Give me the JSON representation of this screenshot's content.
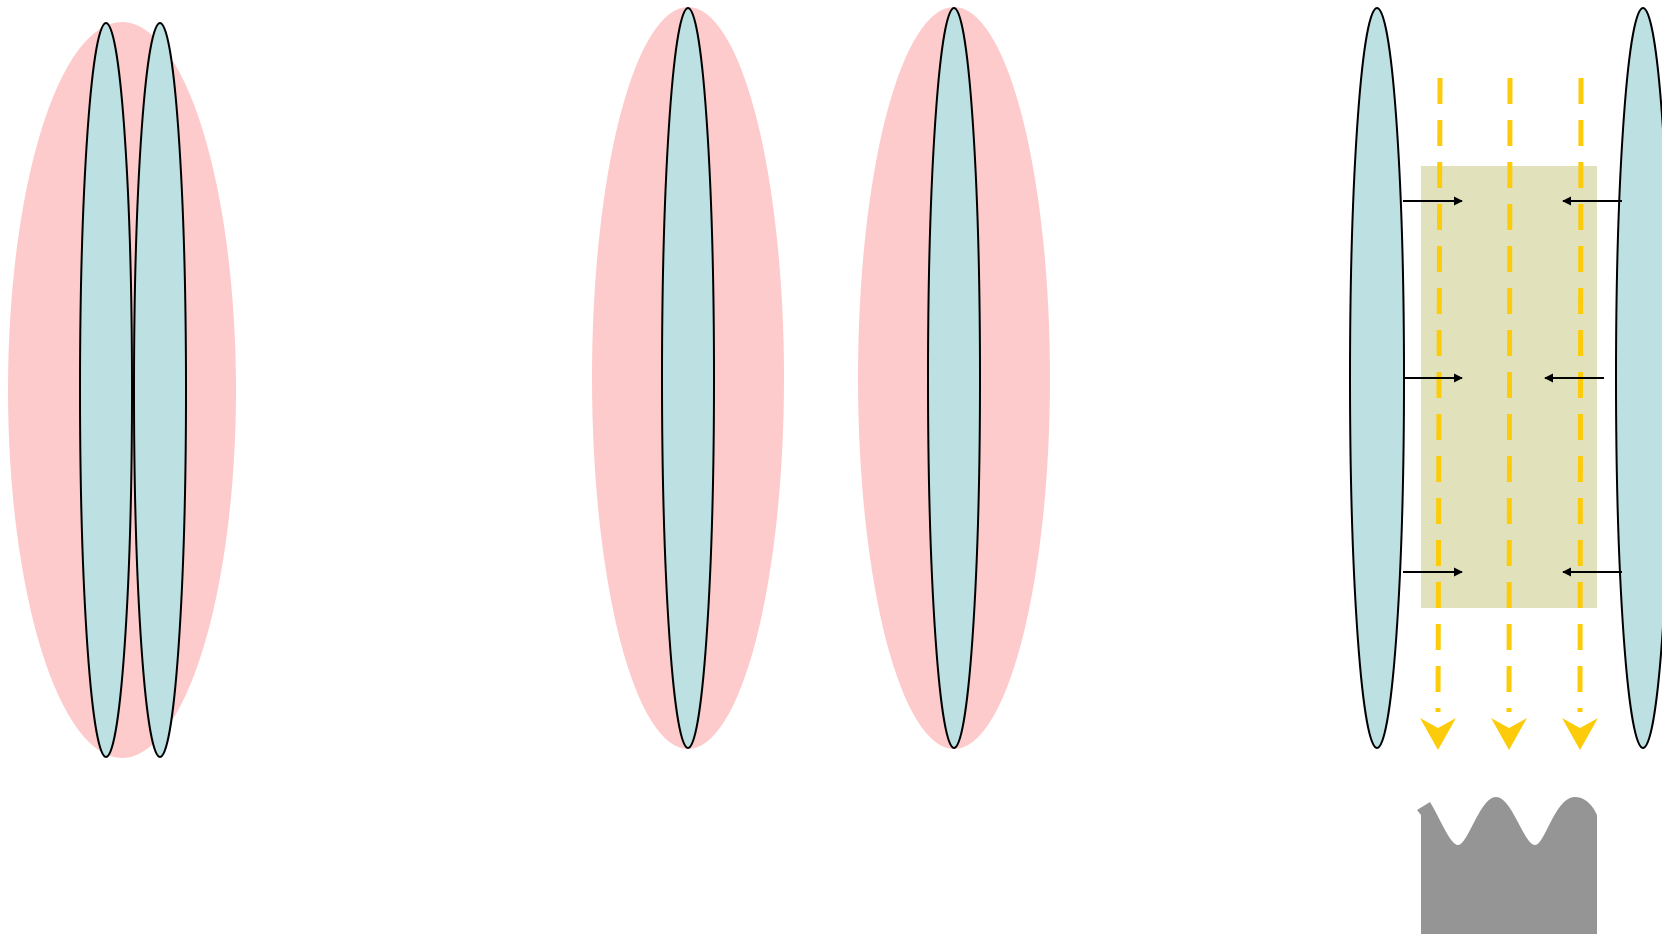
{
  "colors": {
    "background": "#ffffff",
    "halo_pink": "#fdcbcb",
    "membrane_blue": "#bde1e3",
    "outline": "#000000",
    "gap_olive": "#e1e2bb",
    "flow_yellow": "#fccc0a",
    "wave_gray": "#959595",
    "arrow_black": "#000000"
  },
  "panels": [
    {
      "name": "overlapping-pair",
      "membranes": 2,
      "halos": 1
    },
    {
      "name": "separated-pair",
      "membranes": 2,
      "halos": 2
    },
    {
      "name": "confined-gap",
      "membranes": 2,
      "inward_arrows": 6,
      "flow_lines": 3,
      "wave_peaks": 3
    }
  ]
}
